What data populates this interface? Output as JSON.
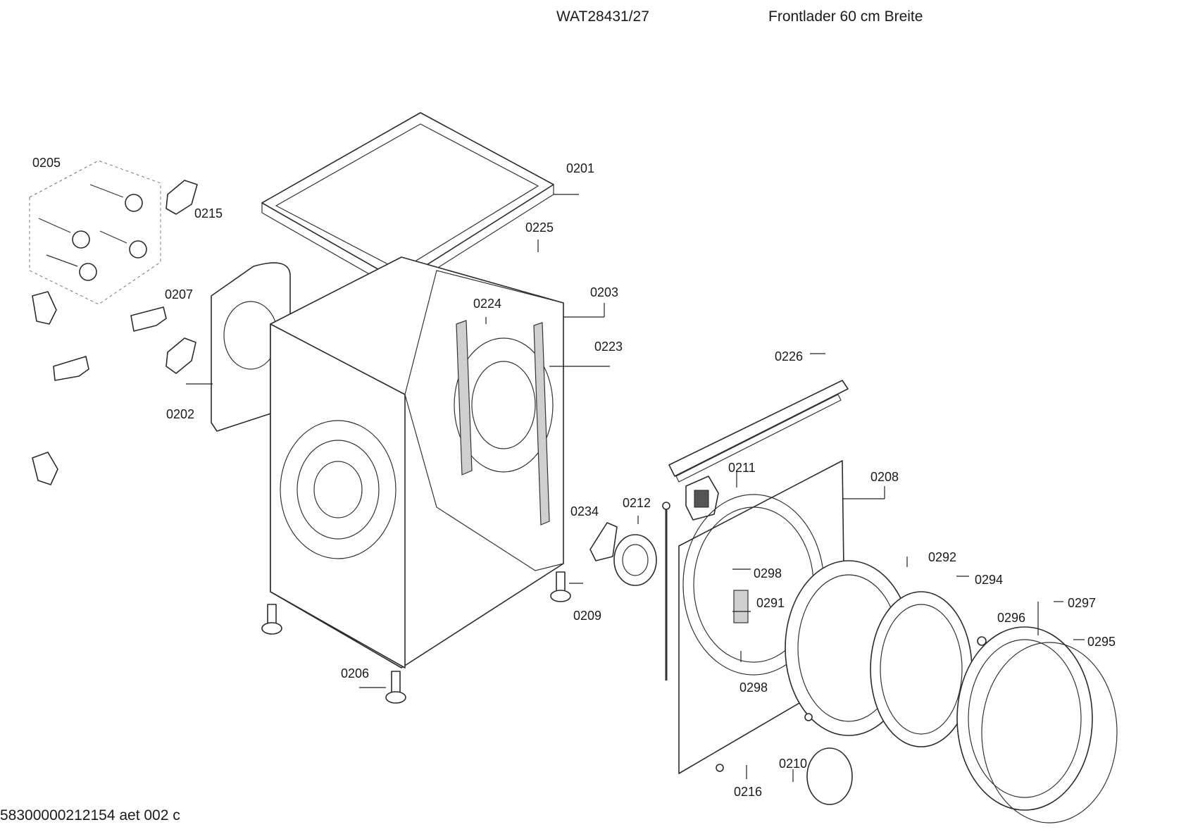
{
  "header": {
    "model": "WAT28431/27",
    "description": "Frontlader 60 cm Breite"
  },
  "footer": {
    "code": "58300000212154 aet 002 c"
  },
  "parts": {
    "p0201": "0201",
    "p0202": "0202",
    "p0203": "0203",
    "p0205": "0205",
    "p0206": "0206",
    "p0207": "0207",
    "p0208": "0208",
    "p0209": "0209",
    "p0210": "0210",
    "p0211": "0211",
    "p0212": "0212",
    "p0215": "0215",
    "p0216": "0216",
    "p0223": "0223",
    "p0224": "0224",
    "p0225": "0225",
    "p0226": "0226",
    "p0234": "0234",
    "p0291": "0291",
    "p0292": "0292",
    "p0294": "0294",
    "p0295": "0295",
    "p0296": "0296",
    "p0297": "0297",
    "p0298a": "0298",
    "p0298b": "0298"
  }
}
